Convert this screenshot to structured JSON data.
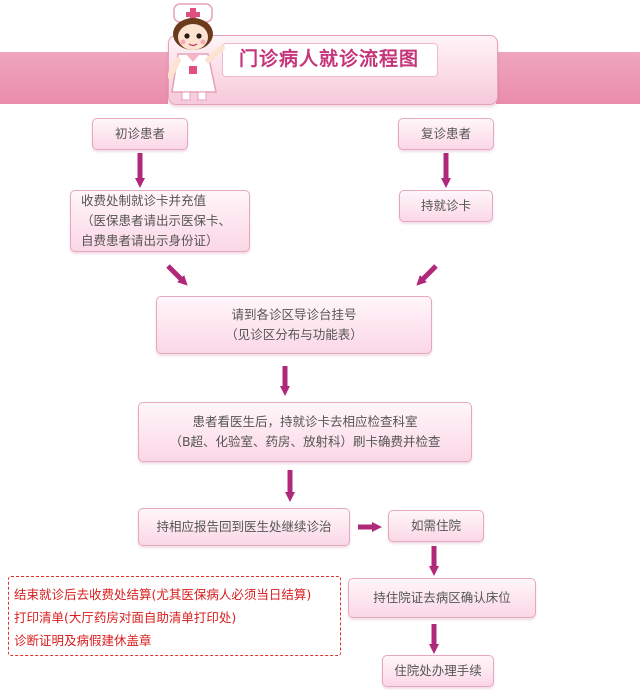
{
  "header": {
    "title": "门诊病人就诊流程图"
  },
  "colors": {
    "accent": "#c5357a",
    "arrow": "#b02879",
    "band": "#e98cab",
    "note": "#d81e1e"
  },
  "steps": {
    "new_patient": "初诊患者",
    "return_patient": "复诊患者",
    "cashier": {
      "line1": "收费处制就诊卡并充值",
      "line2": "（医保患者请出示医保卡、",
      "line3": "自费患者请出示身份证）"
    },
    "hold_card": "持就诊卡",
    "register": {
      "line1": "请到各诊区导诊台挂号",
      "line2": "（见诊区分布与功能表）"
    },
    "examination": {
      "line1": "患者看医生后，持就诊卡去相应检查科室",
      "line2": "（B超、化验室、药房、放射科）刷卡确费并检查"
    },
    "return_doctor": "持相应报告回到医生处继续诊治",
    "if_hospitalized": "如需住院",
    "confirm_bed": "持住院证去病区确认床位",
    "admission": "住院处办理手续"
  },
  "note": {
    "items": [
      "结束就诊后去收费处结算(尤其医保病人必须当日结算)",
      "打印清单(大厅药房对面自助清单打印处)",
      "诊断证明及病假建休盖章"
    ]
  }
}
